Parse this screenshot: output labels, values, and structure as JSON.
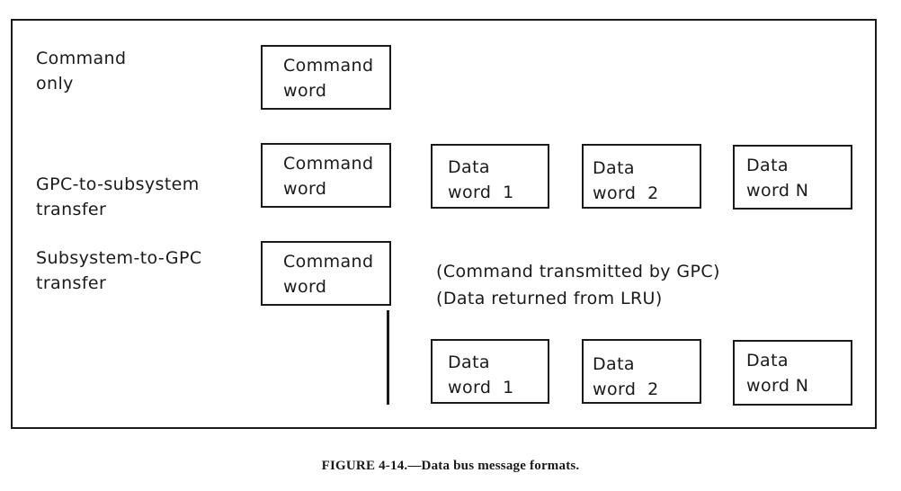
{
  "figure": {
    "caption": "FIGURE 4-14.—Data bus message formats.",
    "rows": [
      {
        "label_lines": [
          "Command",
          "only"
        ],
        "command_word": [
          "Command",
          "word"
        ],
        "data_words": []
      },
      {
        "label_lines": [
          "GPC-to-subsystem",
          "transfer"
        ],
        "command_word": [
          "Command",
          "word"
        ],
        "data_words": [
          [
            "Data",
            "word  1"
          ],
          [
            "Data",
            "word  2"
          ],
          [
            "Data",
            "word N"
          ]
        ]
      },
      {
        "label_lines": [
          "Subsystem-to-GPC",
          "transfer"
        ],
        "command_word": [
          "Command",
          "word"
        ],
        "notes": [
          "(Command transmitted by GPC)",
          "(Data returned from LRU)"
        ],
        "data_words": [
          [
            "Data",
            "word  1"
          ],
          [
            "Data",
            "word  2"
          ],
          [
            "Data",
            "word N"
          ]
        ]
      }
    ]
  }
}
